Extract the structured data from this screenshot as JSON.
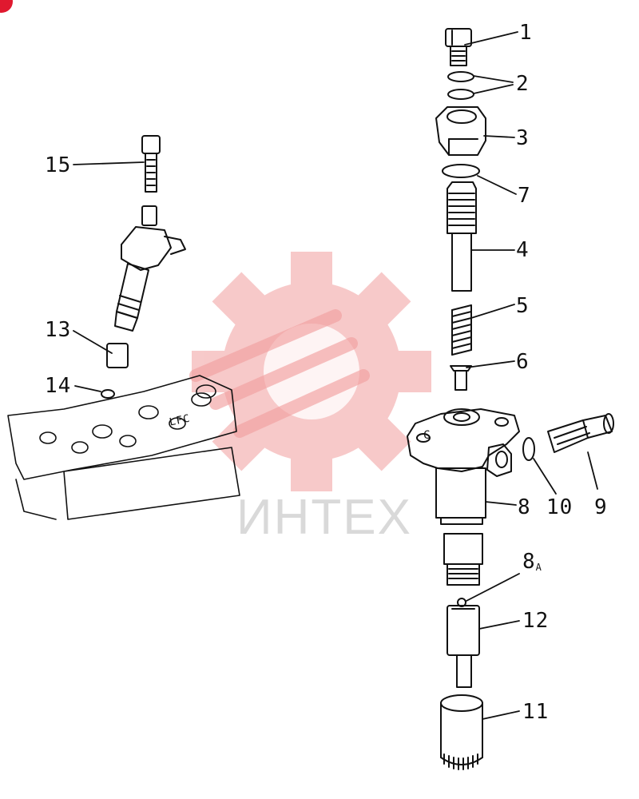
{
  "watermark": {
    "text": "ИНТЕХ",
    "color": "#f3a4a4"
  },
  "callouts": [
    {
      "id": "1",
      "label": "1"
    },
    {
      "id": "2",
      "label": "2"
    },
    {
      "id": "3",
      "label": "3"
    },
    {
      "id": "7",
      "label": "7"
    },
    {
      "id": "4",
      "label": "4"
    },
    {
      "id": "5",
      "label": "5"
    },
    {
      "id": "6",
      "label": "6"
    },
    {
      "id": "8",
      "label": "8"
    },
    {
      "id": "10",
      "label": "10"
    },
    {
      "id": "9",
      "label": "9"
    },
    {
      "id": "8a",
      "label": "8",
      "sub": "A"
    },
    {
      "id": "12",
      "label": "12"
    },
    {
      "id": "11",
      "label": "11"
    },
    {
      "id": "15",
      "label": "15"
    },
    {
      "id": "13",
      "label": "13"
    },
    {
      "id": "14",
      "label": "14"
    }
  ],
  "body_mark": "C",
  "head_text": "LFC"
}
